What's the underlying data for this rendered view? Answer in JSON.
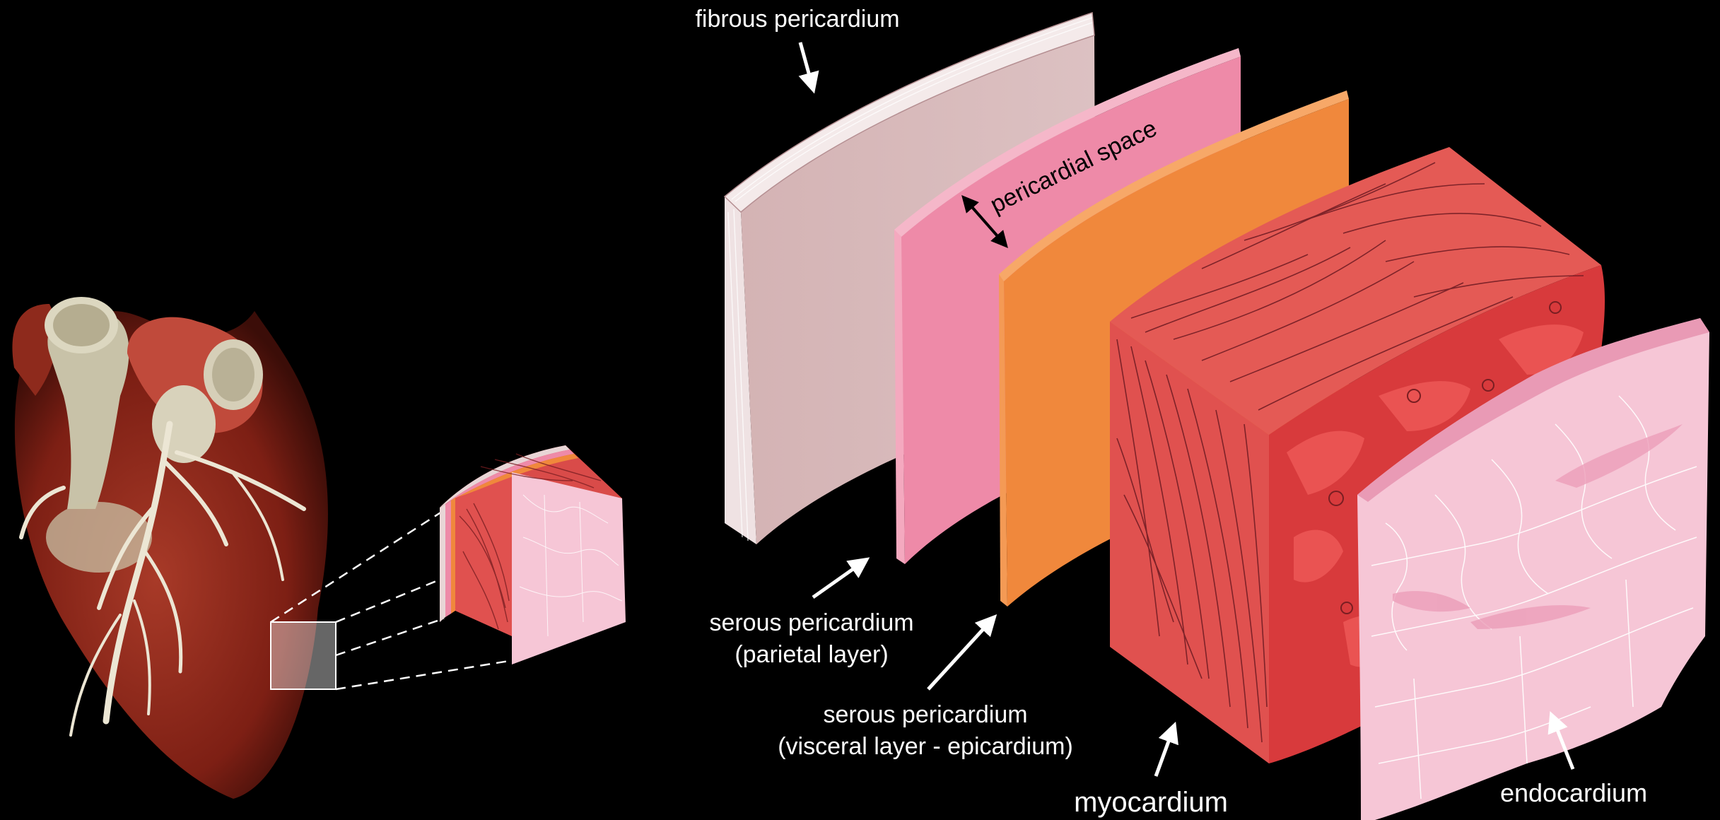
{
  "labels": {
    "fibrous_pericardium": "fibrous pericardium",
    "pericardial_space": "pericardial space",
    "serous_parietal_line1": "serous pericardium",
    "serous_parietal_line2": "(parietal layer)",
    "serous_visceral_line1": "serous pericardium",
    "serous_visceral_line2": "(visceral layer - epicardium)",
    "myocardium": "myocardium",
    "endocardium": "endocardium"
  },
  "colors": {
    "background": "#000000",
    "fibrous": "#d9bcbd",
    "parietal": "#ee8aa8",
    "visceral": "#f0883c",
    "myocardium": "#e0514f",
    "myocardium_cut": "#d83a3c",
    "endocardium": "#f6c6d6",
    "heart": "#8c2418",
    "vessels": "#e8e2d0"
  },
  "icons": [
    "heart-3d-render",
    "zoom-lines-icon",
    "arrow-icon"
  ]
}
